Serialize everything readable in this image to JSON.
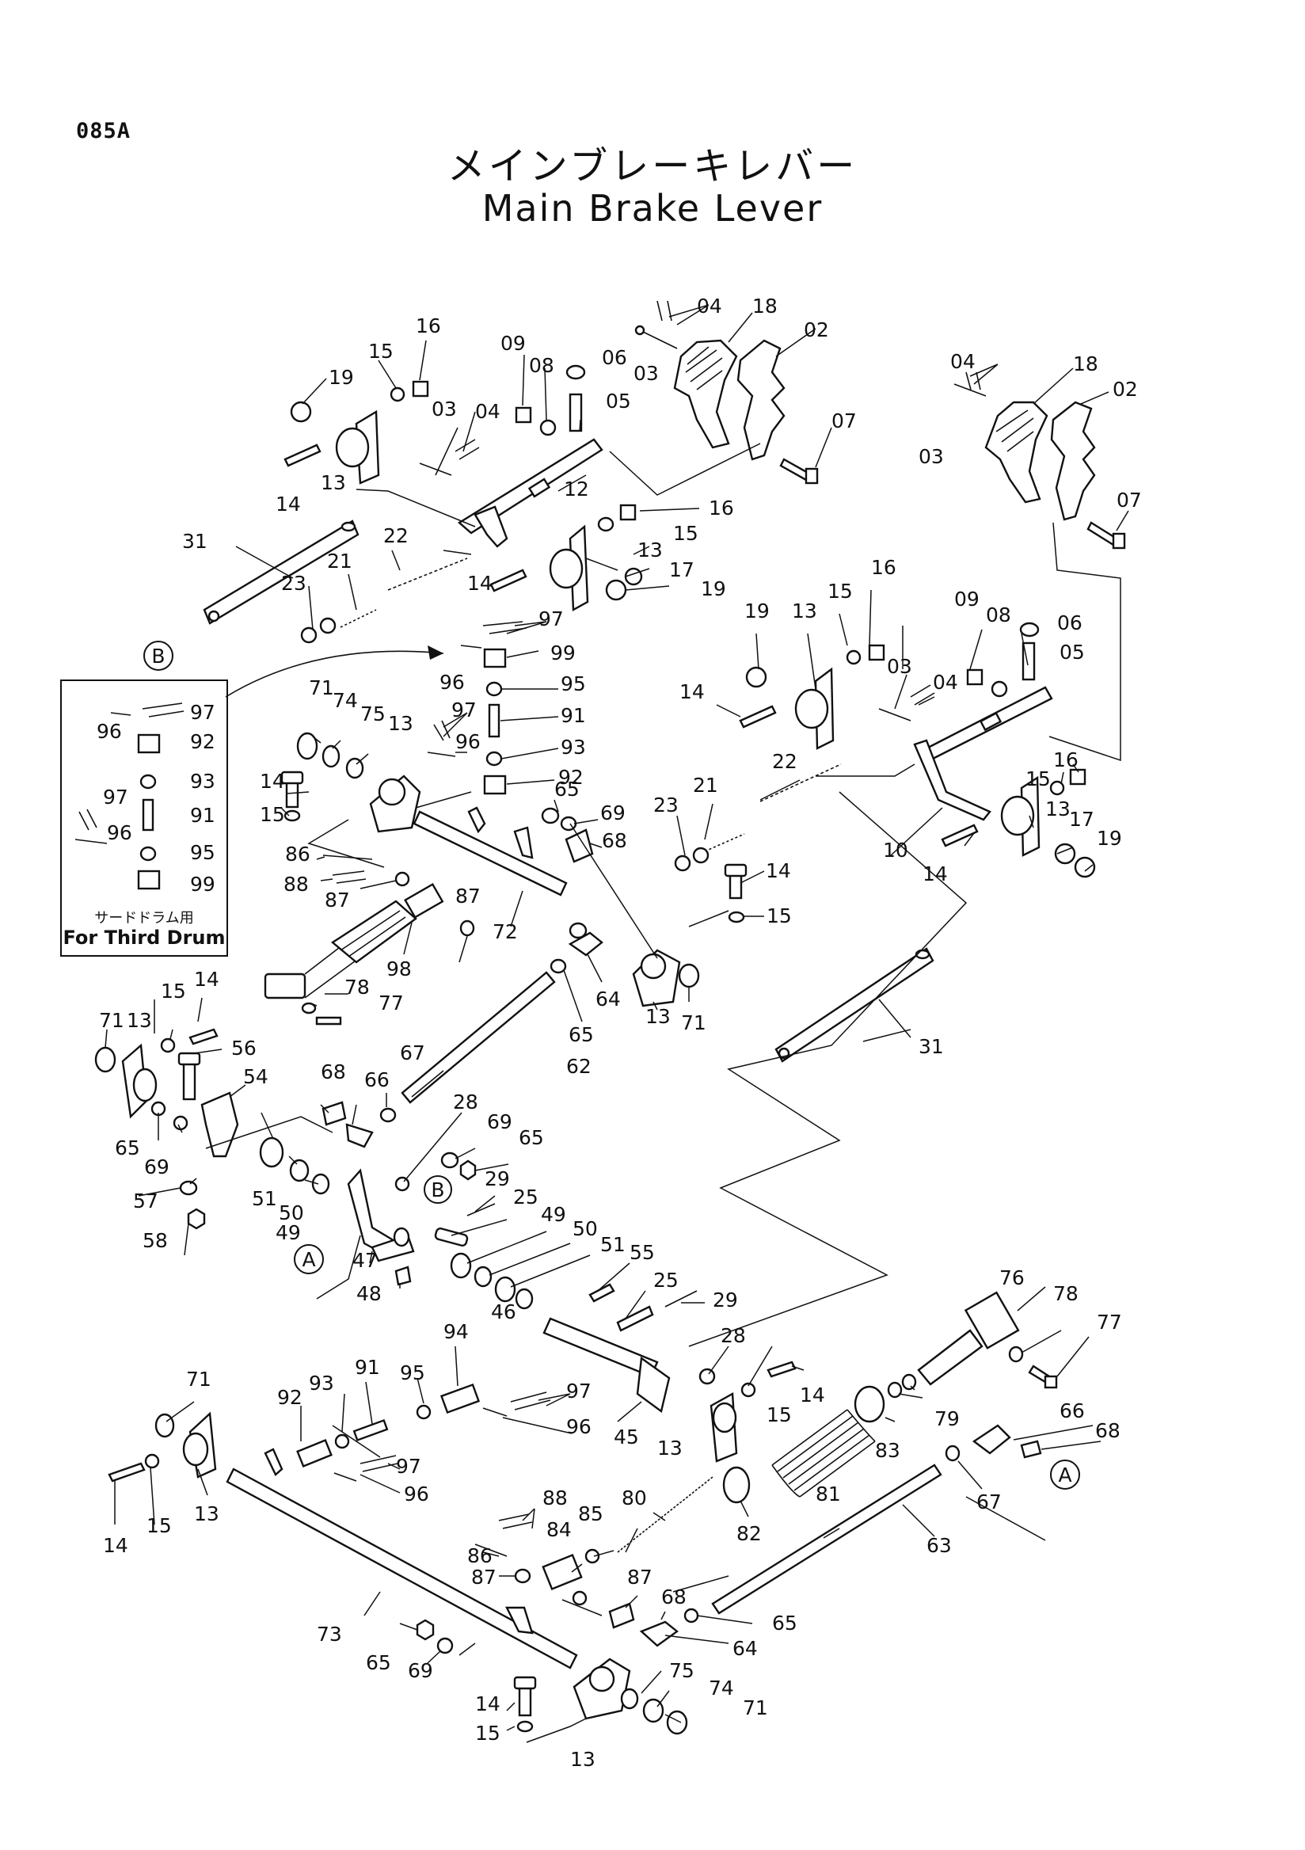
{
  "page_code": "085A",
  "title_jp": "メインブレーキレバー",
  "title_en": "Main Brake Lever",
  "inset": {
    "caption_jp": "サードドラム用",
    "caption_en": "For Third Drum"
  },
  "callouts": {
    "a": "A",
    "b": "B"
  },
  "labels": [
    "085A"
  ]
}
